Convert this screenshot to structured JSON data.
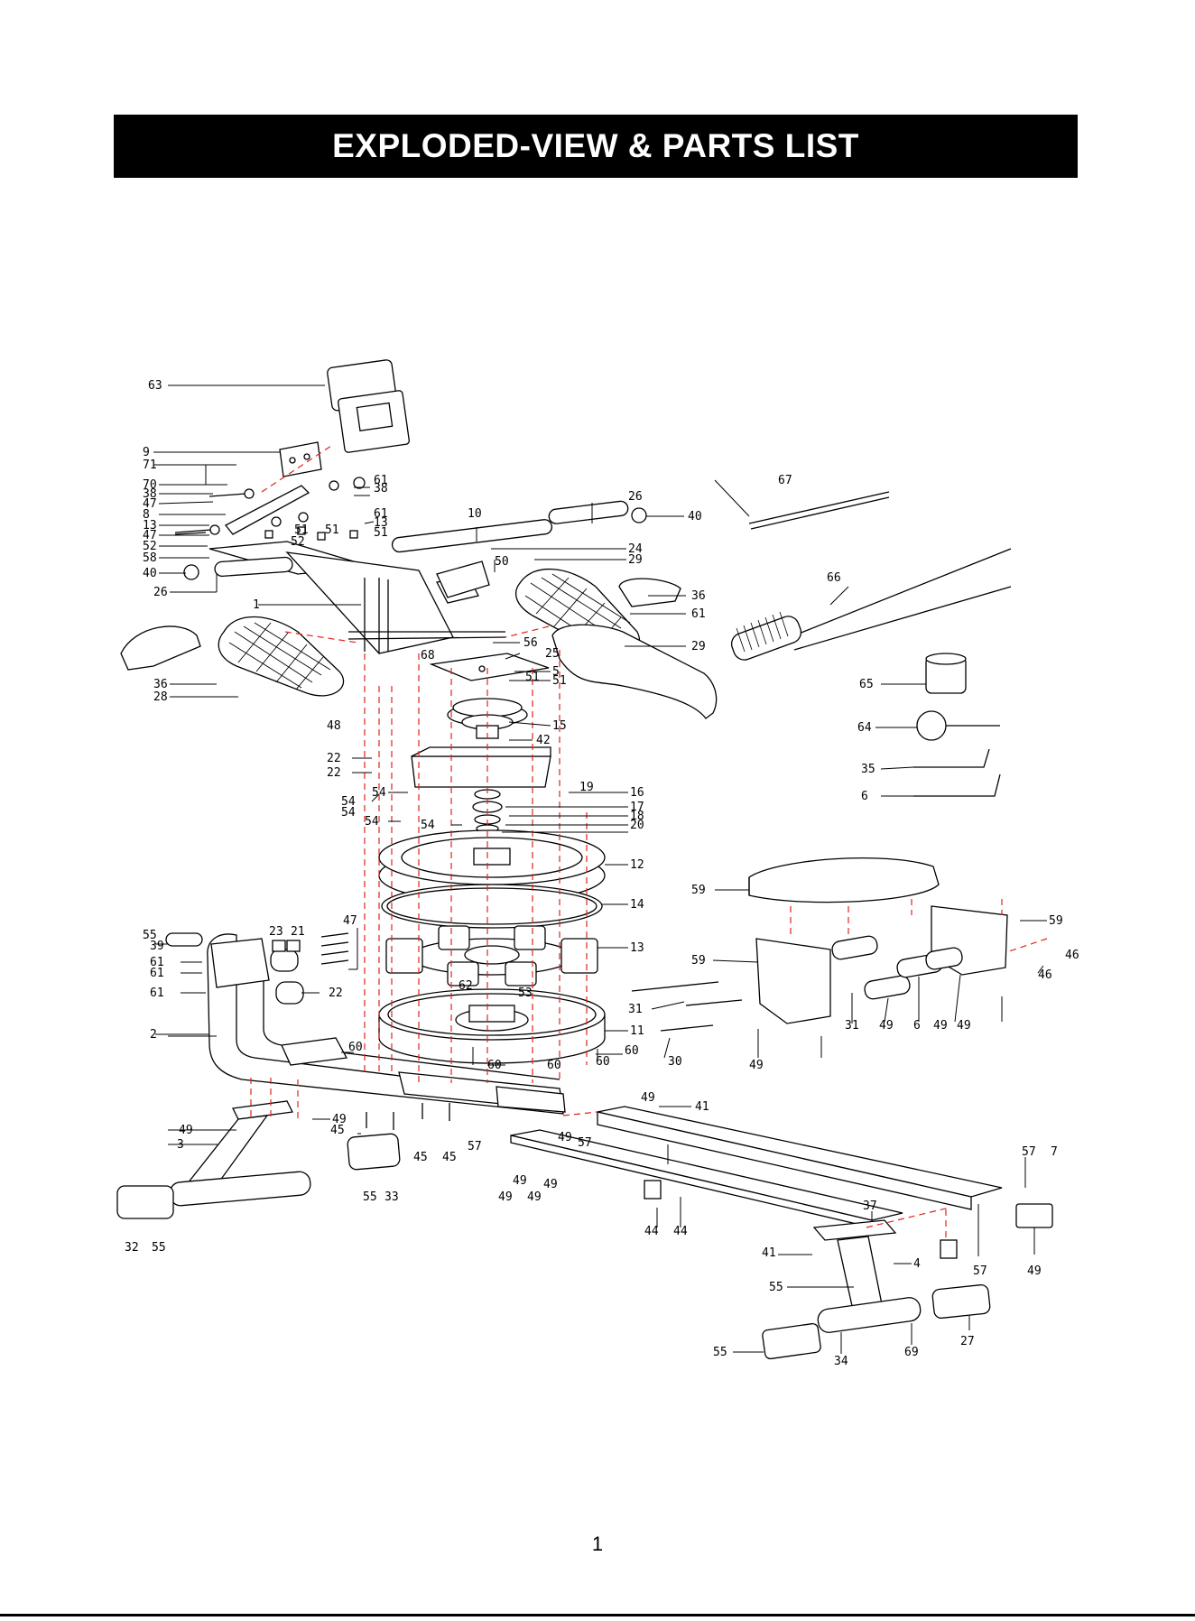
{
  "header": {
    "title": "EXPLODED-VIEW & PARTS LIST"
  },
  "page_number": "1",
  "callouts": [
    "63",
    "9",
    "71",
    "70",
    "38",
    "47",
    "8",
    "13",
    "47",
    "52",
    "58",
    "40",
    "26",
    "1",
    "36",
    "61",
    "28",
    "61",
    "38",
    "61",
    "13",
    "51",
    "52",
    "51",
    "51",
    "10",
    "26",
    "40",
    "24",
    "50",
    "29",
    "36",
    "61",
    "29",
    "56",
    "25",
    "68",
    "5",
    "51",
    "51",
    "15",
    "42",
    "48",
    "22",
    "22",
    "54",
    "54",
    "54",
    "54",
    "54",
    "19",
    "16",
    "17",
    "18",
    "20",
    "12",
    "14",
    "13",
    "62",
    "53",
    "11",
    "60",
    "60",
    "60",
    "60",
    "60",
    "55",
    "39",
    "61",
    "61",
    "61",
    "23",
    "21",
    "47",
    "22",
    "2",
    "49",
    "3",
    "49",
    "45",
    "45",
    "45",
    "33",
    "55",
    "32",
    "55",
    "57",
    "49",
    "49",
    "49",
    "49",
    "49",
    "49",
    "57",
    "41",
    "44",
    "44",
    "57",
    "7",
    "37",
    "57",
    "49",
    "49",
    "41",
    "4",
    "34",
    "55",
    "55",
    "34",
    "69",
    "27",
    "67",
    "66",
    "65",
    "64",
    "35",
    "6",
    "59",
    "59",
    "59",
    "46",
    "46",
    "31",
    "30",
    "31",
    "49",
    "6",
    "49",
    "49",
    "49"
  ]
}
